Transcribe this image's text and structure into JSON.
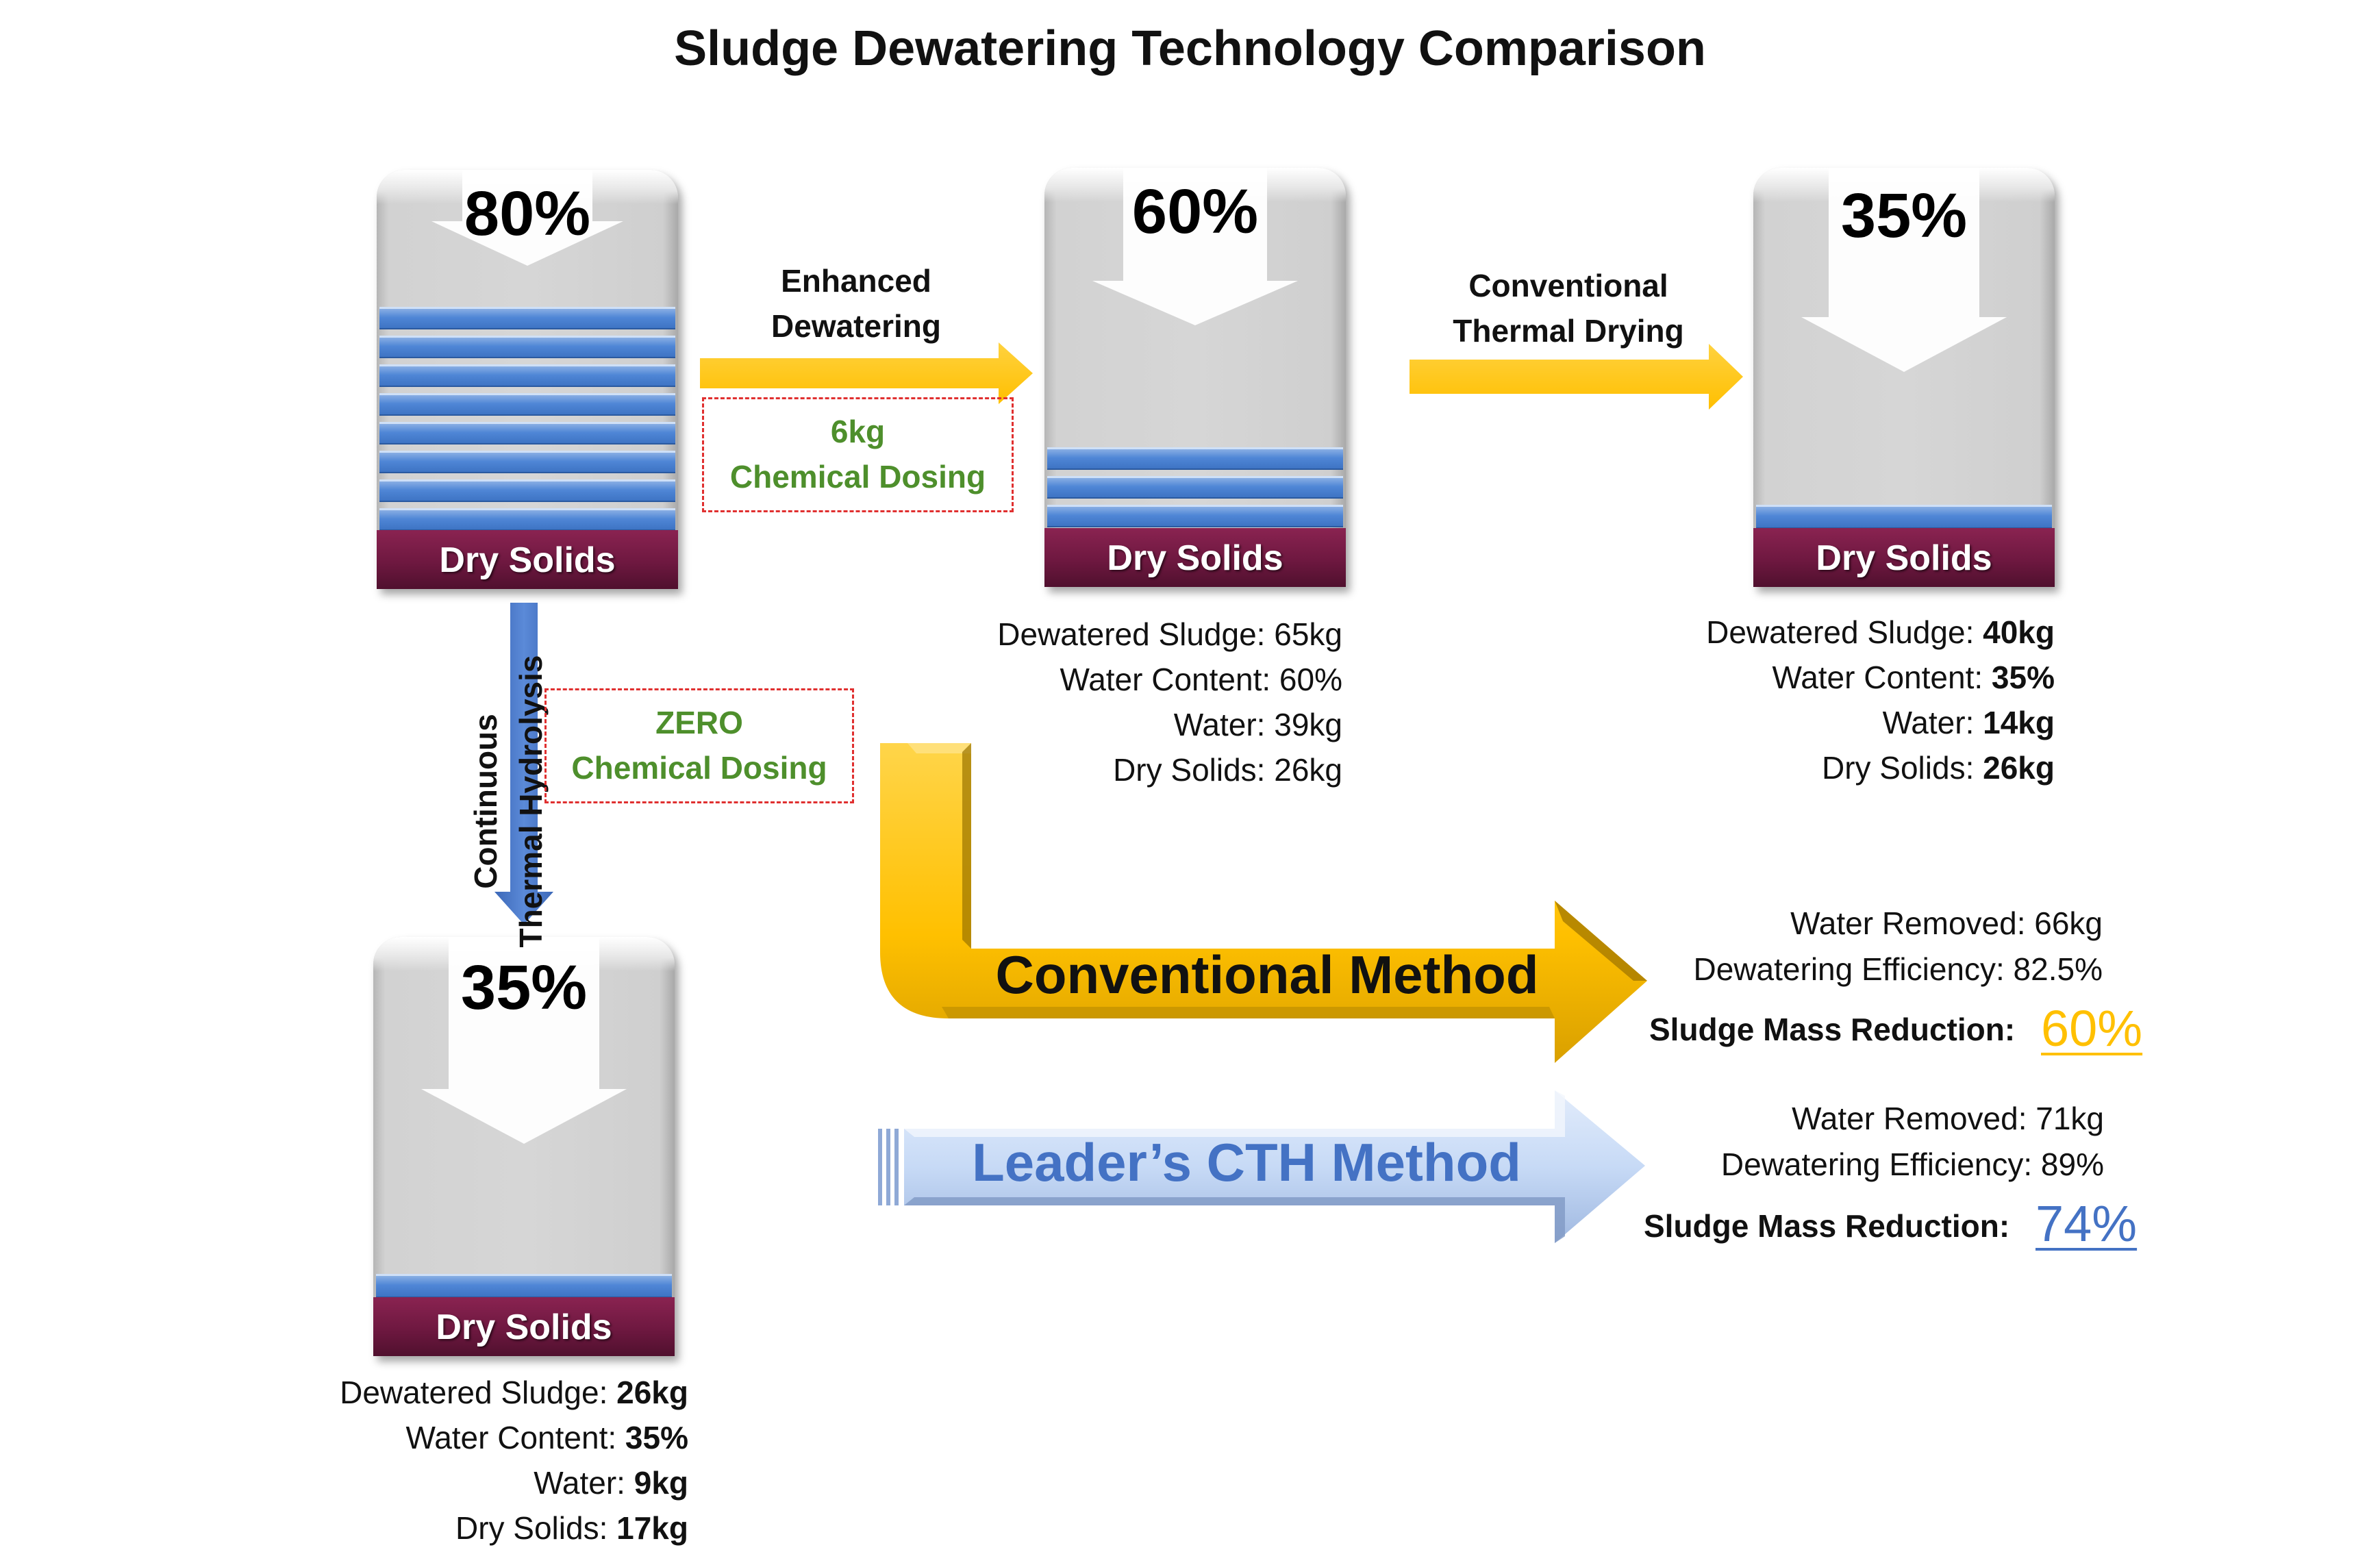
{
  "title": "Sludge Dewatering Technology Comparison",
  "stages": {
    "initial": {
      "percent": "80%",
      "solids_label": "Dry Solids"
    },
    "conventional_mid": {
      "percent": "60%",
      "solids_label": "Dry Solids",
      "info": [
        {
          "key": "Dewatered Sludge: ",
          "val": "65kg"
        },
        {
          "key": "Water Content: ",
          "val": "60%"
        },
        {
          "key": "Water: ",
          "val": "39kg"
        },
        {
          "key": "Dry Solids: ",
          "val": "26kg"
        }
      ]
    },
    "conventional_final": {
      "percent": "35%",
      "solids_label": "Dry Solids",
      "info": [
        {
          "key": "Dewatered Sludge: ",
          "val": "40kg"
        },
        {
          "key": "Water Content: ",
          "val": "35%"
        },
        {
          "key": "Water: ",
          "val": "14kg"
        },
        {
          "key": "Dry Solids: ",
          "val": "26kg"
        }
      ]
    },
    "cth_final": {
      "percent": "35%",
      "solids_label": "Dry Solids",
      "info": [
        {
          "key": "Dewatered Sludge: ",
          "val": "26kg"
        },
        {
          "key": "Water Content: ",
          "val": "35%"
        },
        {
          "key": "Water: ",
          "val": "9kg"
        },
        {
          "key": "Dry Solids: ",
          "val": "17kg"
        }
      ]
    }
  },
  "steps": {
    "enhanced": {
      "line1": "Enhanced",
      "line2": "Dewatering",
      "dosing1": "6kg",
      "dosing2": "Chemical Dosing"
    },
    "thermal_drying": {
      "line1": "Conventional",
      "line2": "Thermal Drying"
    },
    "cth": {
      "line1": "Continuous",
      "line2": "Thermal Hydrolysis",
      "dosing1": "ZERO",
      "dosing2": "Chemical Dosing"
    }
  },
  "methods": {
    "conventional": {
      "label": "Conventional Method",
      "water_removed": "Water Removed: 66kg",
      "efficiency": "Dewatering Efficiency: 82.5%",
      "reduction_label": "Sludge Mass Reduction:",
      "reduction_value": "60%"
    },
    "cth": {
      "label": "Leader’s CTH Method",
      "water_removed": "Water Removed: 71kg",
      "efficiency": "Dewatering Efficiency: 89%",
      "reduction_label": "Sludge Mass Reduction:",
      "reduction_value": "74%"
    }
  },
  "colors": {
    "yellow": "#ffc000",
    "blue": "#4472c4",
    "green": "#4e8f2c",
    "maroon": "#6e1840",
    "dash_red": "#e03030"
  }
}
